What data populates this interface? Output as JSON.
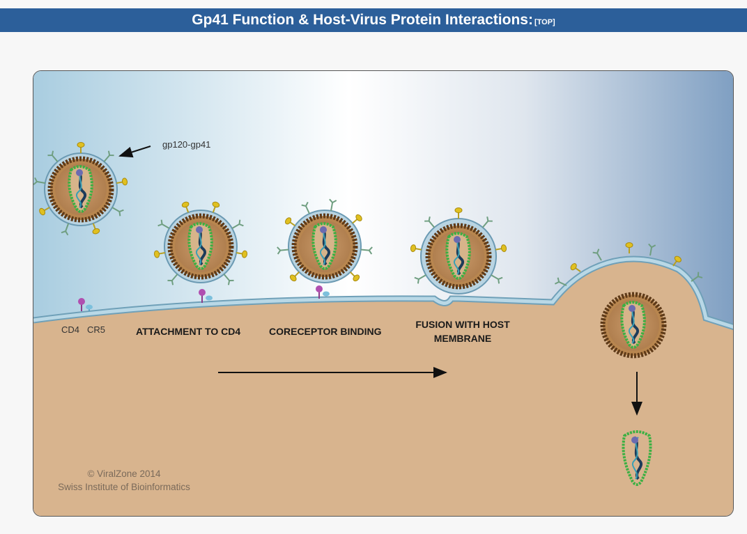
{
  "header": {
    "title": "Gp41 Function & Host-Virus Protein Interactions:",
    "top_link": "[TOP]",
    "background": "#2c5f9a"
  },
  "diagram": {
    "labels": {
      "gp120_gp41": "gp120-gp41",
      "cd4": "CD4",
      "cr5": "CR5",
      "attachment": "ATTACHMENT TO CD4",
      "coreceptor": "CORECEPTOR BINDING",
      "fusion_line1": "FUSION WITH HOST",
      "fusion_line2": "MEMBRANE"
    },
    "credit": {
      "line1": "© ViralZone 2014",
      "line2": "Swiss Institute of Bioinformatics"
    },
    "colors": {
      "cytoplasm": "#d8b48e",
      "membrane": "#a9c9d9",
      "envelope_protein": "#7aa27a",
      "gp120_cap": "#e0c020",
      "capsid_ring": "#8a5a2a",
      "rna_ring": "#3cb043"
    }
  }
}
